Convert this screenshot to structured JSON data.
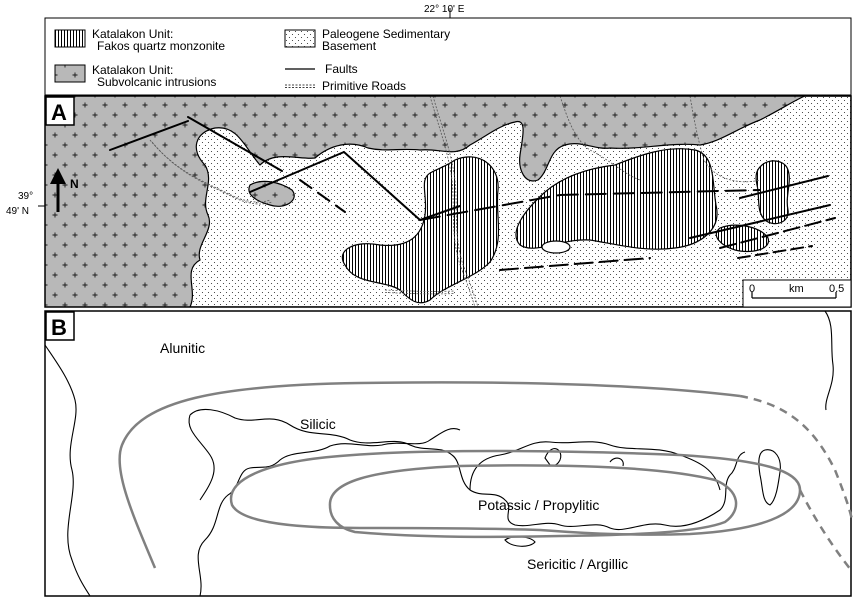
{
  "coordinates": {
    "longitude": "22° 10' E",
    "latitude_deg": "39°",
    "latitude_min": "49' N"
  },
  "legend": {
    "fakos_title": "Katalakon Unit:",
    "fakos_name": "Fakos quartz monzonite",
    "subvolcanic_title": "Katalakon Unit:",
    "subvolcanic_name": "Subvolcanic intrusions",
    "paleogene_line1": "Paleogene Sedimentary",
    "paleogene_line2": "Basement",
    "faults": "Faults",
    "roads": "Primitive Roads"
  },
  "panel_a": {
    "label": "A",
    "north": "N",
    "scale_min": "0",
    "scale_unit": "km",
    "scale_max": "0.5"
  },
  "panel_b": {
    "label": "B",
    "zone_alunitic": "Alunitic",
    "zone_silicic": "Silicic",
    "zone_potassic": "Potassic / Propylitic",
    "zone_sericitic": "Sericitic / Argillic"
  },
  "colors": {
    "subvolcanic_fill": "#b8b8b8",
    "sediment_fill": "#ffffff",
    "zone_boundary": "#808080",
    "outline": "#000000"
  }
}
